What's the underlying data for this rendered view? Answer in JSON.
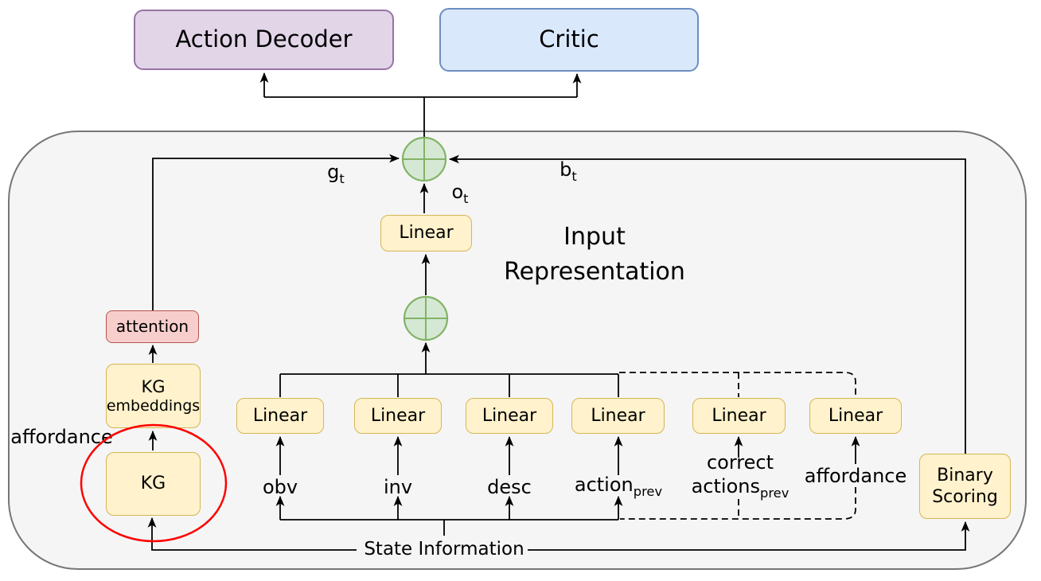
{
  "colors": {
    "purple_fill": "#e1d5e7",
    "purple_border": "#9673a6",
    "blue_fill": "#dae8fc",
    "blue_border": "#6c8ebf",
    "yellow_fill": "#fff2cc",
    "yellow_border": "#d6b656",
    "pink_fill": "#f8cecc",
    "pink_border": "#b85450",
    "green_fill": "#d5e8d4",
    "green_border": "#82b366",
    "frame_fill": "#f5f5f5",
    "frame_border": "#767676",
    "wire": "#000000",
    "highlight": "#ff0000"
  },
  "outputs": {
    "action_decoder": "Action Decoder",
    "critic": "Critic"
  },
  "frame_title": {
    "line1": "Input",
    "line2": "Representation"
  },
  "boxes": {
    "linear": "Linear",
    "attention": "attention",
    "kg_embeddings_line1": "KG",
    "kg_embeddings_line2": "embeddings",
    "kg": "KG",
    "binary_scoring_line1": "Binary",
    "binary_scoring_line2": "Scoring"
  },
  "signals": {
    "g": {
      "base": "g",
      "sub": "t"
    },
    "o": {
      "base": "o",
      "sub": "t"
    },
    "b": {
      "base": "b",
      "sub": "t"
    }
  },
  "inputs": {
    "affordance_kg": "affordance",
    "obv": "obv",
    "inv": "inv",
    "desc": "desc",
    "action_prev": {
      "base": "action",
      "sub": "prev"
    },
    "correct_actions_line1": "correct",
    "correct_actions_line2": {
      "base": "actions",
      "sub": "prev"
    },
    "affordance": "affordance",
    "state_information": "State Information"
  }
}
